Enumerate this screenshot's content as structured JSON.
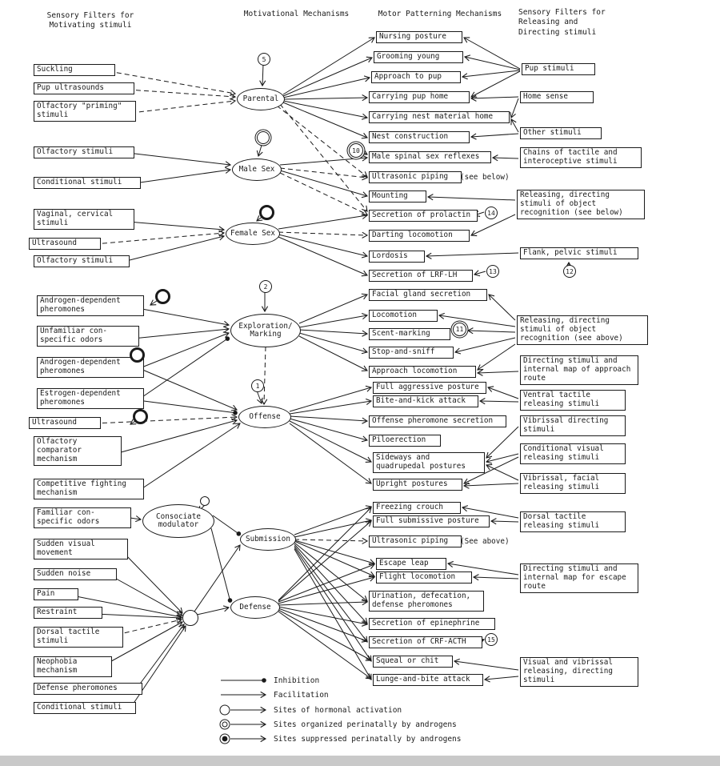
{
  "headers": {
    "motivating": "Sensory Filters for\nMotivating stimuli",
    "motivational": "Motivational Mechanisms",
    "motor": "Motor Patterning Mechanisms",
    "releasing": "Sensory Filters for\nReleasing and\nDirecting stimuli"
  },
  "motivating_filters": [
    "Suckling",
    "Pup ultrasounds",
    "Olfactory \"priming\" stimuli",
    "Olfactory stimuli",
    "Conditional stimuli",
    "Vaginal, cervical stimuli",
    "Ultrasound",
    "Olfactory stimuli",
    "Androgen-dependent pheromones",
    "Unfamiliar con-specific odors",
    "Androgen-dependent pheromones",
    "Estrogen-dependent pheromones",
    "Ultrasound",
    "Olfactory comparator mechanism",
    "Competitive fighting mechanism",
    "Familiar con-specific odors",
    "Sudden visual movement",
    "Sudden noise",
    "Pain",
    "Restraint",
    "Dorsal tactile stimuli",
    "Neophobia mechanism",
    "Defense pheromones",
    "Conditional stimuli"
  ],
  "mechanisms": [
    "Parental",
    "Male Sex",
    "Female Sex",
    "Exploration/\nMarking",
    "Offense",
    "Consociate\nmodulator",
    "Submission",
    "Defense"
  ],
  "motor_patterns": [
    "Nursing posture",
    "Grooming young",
    "Approach to pup",
    "Carrying pup home",
    "Carrying nest material home",
    "Nest construction",
    "Male spinal sex reflexes",
    "Ultrasonic piping",
    "Mounting",
    "Secretion of prolactin",
    "Darting locomotion",
    "Lordosis",
    "Secretion of LRF-LH",
    "Facial gland secretion",
    "Locomotion",
    "Scent-marking",
    "Stop-and-sniff",
    "Approach locomotion",
    "Full aggressive posture",
    "Bite-and-kick attack",
    "Offense pheromone secretion",
    "Piloerection",
    "Sideways and quadrupedal postures",
    "Upright postures",
    "Freezing crouch",
    "Full submissive posture",
    "Ultrasonic piping",
    "Escape leap",
    "Flight locomotion",
    "Urination, defecation, defense pheromones",
    "Secretion of epinephrine",
    "Secretion of CRF-ACTH",
    "Squeal or chit",
    "Lunge-and-bite attack"
  ],
  "motor_notes": [
    "(see below)",
    "(See above)"
  ],
  "releasing_filters": [
    "Pup stimuli",
    "Home sense",
    "Other stimuli",
    "Chains of tactile and interoceptive stimuli",
    "Releasing, directing stimuli of object recognition (see below)",
    "Flank, pelvic stimuli",
    "Releasing, directing stimuli of object recognition (see above)",
    "Directing stimuli and internal map of approach route",
    "Ventral tactile releasing stimuli",
    "Vibrissal directing stimuli",
    "Conditional visual releasing stimuli",
    "Vibrissal, facial releasing stimuli",
    "Dorsal tactile releasing stimuli",
    "Directing stimuli and internal map for escape route",
    "Visual and vibrissal releasing, directing stimuli"
  ],
  "badges": {
    "b1": "1",
    "b2": "2",
    "b5": "5",
    "b10": "10",
    "b11": "11",
    "b12": "12",
    "b13": "13",
    "b14": "14",
    "b15": "15"
  },
  "legend": [
    "Inhibition",
    "Facilitation",
    "Sites of hormonal activation",
    "Sites organized perinatally by androgens",
    "Sites suppressed perinatally by androgens"
  ],
  "colors": {
    "ink": "#1a1a1a",
    "paper": "#ffffff"
  }
}
